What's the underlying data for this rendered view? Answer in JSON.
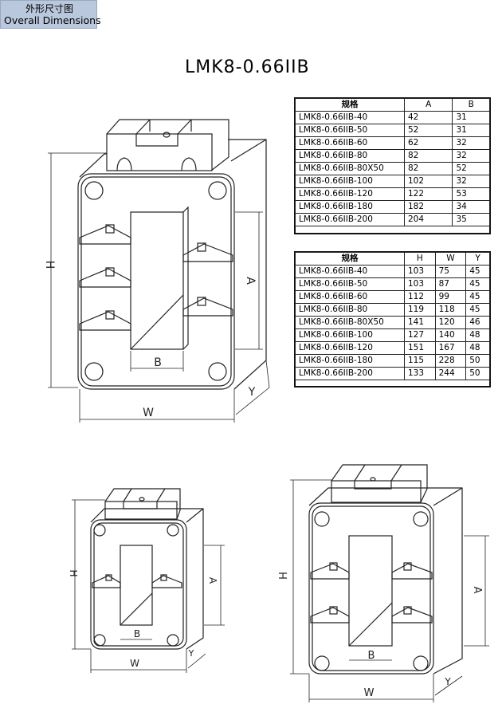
{
  "header": {
    "cn": "外形尺寸图",
    "en": "Overall Dimensions",
    "bg": "#b9c8dd"
  },
  "title": "LMK8-0.66IIB",
  "table_ab": {
    "headers": [
      "规格",
      "A",
      "B"
    ],
    "rows": [
      [
        "LMK8-0.66IIB-40",
        "42",
        "31"
      ],
      [
        "LMK8-0.66IIB-50",
        "52",
        "31"
      ],
      [
        "LMK8-0.66IIB-60",
        "62",
        "32"
      ],
      [
        "LMK8-0.66IIB-80",
        "82",
        "32"
      ],
      [
        "LMK8-0.66IIB-80X50",
        "82",
        "52"
      ],
      [
        "LMK8-0.66IIB-100",
        "102",
        "32"
      ],
      [
        "LMK8-0.66IIB-120",
        "122",
        "53"
      ],
      [
        "LMK8-0.66IIB-180",
        "182",
        "34"
      ],
      [
        "LMK8-0.66IIB-200",
        "204",
        "35"
      ]
    ]
  },
  "table_hwy": {
    "headers": [
      "规格",
      "H",
      "W",
      "Y"
    ],
    "rows": [
      [
        "LMK8-0.66IIB-40",
        "103",
        "75",
        "45"
      ],
      [
        "LMK8-0.66IIB-50",
        "103",
        "87",
        "45"
      ],
      [
        "LMK8-0.66IIB-60",
        "112",
        "99",
        "45"
      ],
      [
        "LMK8-0.66IIB-80",
        "119",
        "118",
        "45"
      ],
      [
        "LMK8-0.66IIB-80X50",
        "141",
        "120",
        "46"
      ],
      [
        "LMK8-0.66IIB-100",
        "127",
        "140",
        "48"
      ],
      [
        "LMK8-0.66IIB-120",
        "151",
        "167",
        "48"
      ],
      [
        "LMK8-0.66IIB-180",
        "115",
        "228",
        "50"
      ],
      [
        "LMK8-0.66IIB-200",
        "133",
        "244",
        "50"
      ]
    ]
  },
  "dimension_labels": {
    "h": "H",
    "w": "W",
    "a": "A",
    "b": "B",
    "y": "Y"
  }
}
